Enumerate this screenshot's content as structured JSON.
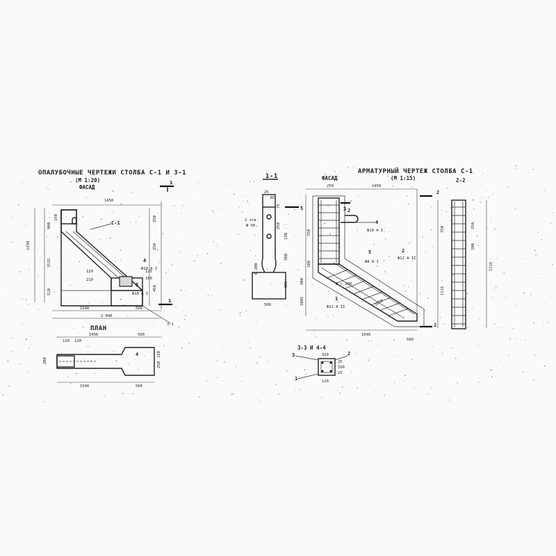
{
  "left_drawing": {
    "title": "ОПАЛУБОЧНЫЕ ЧЕРТЕЖИ СТОЛБА С-1 И 3-1",
    "scale": "(М 1:20)",
    "elevation_label": "ФАСАД",
    "plan_label": "ПЛАН",
    "element_label": "С-1",
    "section_mark": "1",
    "section_mark_bottom": "3-1",
    "marks": [
      "4",
      "5"
    ],
    "rebar_labels": [
      "Ф10 А I",
      "Ф10 А I"
    ],
    "dims_top": [
      "1450"
    ],
    "dims_left": [
      "1250",
      "900",
      "1515",
      "510",
      "150",
      "210",
      "120"
    ],
    "dims_bottom": [
      "1540",
      "500",
      "2 040"
    ],
    "dims_right": [
      "250",
      "250",
      "125",
      "100",
      "450"
    ],
    "plan_dims": [
      "1450",
      "500",
      "1540",
      "500",
      "200",
      "120",
      "120",
      "250",
      "120"
    ],
    "plan_mark": "4"
  },
  "section_1_1": {
    "title": "1-1",
    "dims": [
      "25",
      "30",
      "75",
      "250",
      "120",
      "500",
      "400",
      "500"
    ],
    "note": "2 отв.",
    "note_dia": "Ф 50",
    "dia_label": "Ф 200",
    "mark": "5"
  },
  "right_drawing": {
    "title": "АРМАТУРНЫЙ ЧЕРТЕЖ СТОЛБА С-1",
    "scale": "(М 1:15)",
    "elevation_label": "ФАСАД",
    "section_2_2_label": "2-2",
    "marks": [
      "3",
      "4",
      "5",
      "2",
      "1",
      "2",
      "2"
    ],
    "rebar_labels": [
      "Ф10 А I",
      "Ф8 А I",
      "Ф12 А II",
      "Ф12 А II"
    ],
    "spacing": "8 × 200",
    "dims_top": [
      "1450",
      "250"
    ],
    "dims_left": [
      "750",
      "100",
      "900",
      "1085"
    ],
    "dims_bottom": [
      "1540",
      "500",
      "1650"
    ],
    "dims_right": [
      "1715",
      "750",
      "1115",
      "250",
      "100"
    ],
    "section_3_3": "3-3 И 4-4",
    "section_3_3_dims": [
      "320",
      "120",
      "25",
      "100",
      "25"
    ],
    "section_3_3_marks": [
      "3",
      "2",
      "1"
    ]
  }
}
